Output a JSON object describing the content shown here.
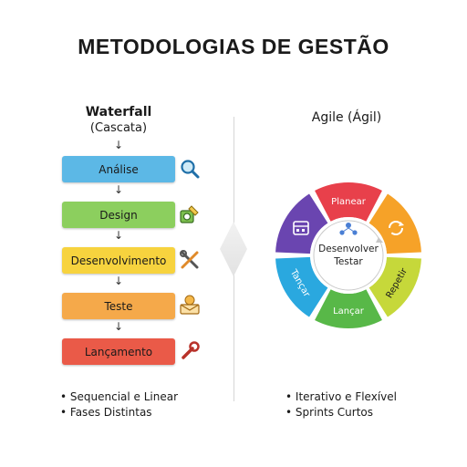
{
  "title": "METODOLOGIAS DE GESTÃO",
  "waterfall": {
    "title": "Waterfall",
    "subtitle": "(Cascata)",
    "arrow": "↓",
    "steps": [
      {
        "label": "Análise",
        "color": "#5cb8e6",
        "icon": "magnifier-icon"
      },
      {
        "label": "Design",
        "color": "#8ccf5e",
        "icon": "design-tools-icon"
      },
      {
        "label": "Desenvolvimento",
        "color": "#f7d33e",
        "icon": "tools-icon"
      },
      {
        "label": "Teste",
        "color": "#f5a94a",
        "icon": "person-envelope-icon"
      },
      {
        "label": "Lançamento",
        "color": "#ea5a48",
        "icon": "wrench-icon"
      }
    ],
    "bullets": [
      "Sequencial e Linear",
      "Fases Distintas"
    ]
  },
  "agile": {
    "title": "Agile (Ágil)",
    "center_line1": "Desenvolver",
    "center_line2": "Testar",
    "segments": [
      {
        "label": "Planear",
        "color": "#e8404b"
      },
      {
        "label": "",
        "color": "#f6a228",
        "icon": "refresh-icon"
      },
      {
        "label": "Repetir",
        "color": "#c6d83a"
      },
      {
        "label": "Lançar",
        "color": "#58b848"
      },
      {
        "label": "Tançar",
        "color": "#2aa8df"
      },
      {
        "label": "",
        "color": "#6a45b0",
        "icon": "calendar-icon"
      }
    ],
    "bullets": [
      "Iterativo e Flexível",
      "Sprints Curtos"
    ]
  }
}
